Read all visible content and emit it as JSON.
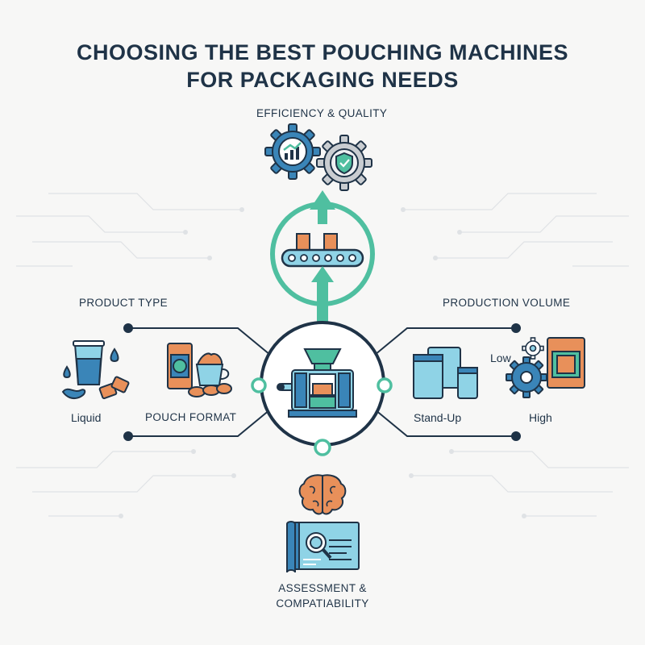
{
  "title": {
    "line1": "CHOOSING THE BEST POUCHING MACHINES",
    "line2": "FOR PACKAGING NEEDS"
  },
  "nodes": {
    "efficiency_quality": "EFFICIENCY & QUALITY",
    "product_type": "PRODUCT TYPE",
    "production_volume": "PRODUCTION VOLUME",
    "liquid": "Liquid",
    "pouch_format": "POUCH FORMAT",
    "stand_up": "Stand-Up",
    "high": "High",
    "low": "Low",
    "assessment_line1": "ASSESSMENT &",
    "assessment_line2": "COMPATIABILITY"
  },
  "colors": {
    "navy": "#1f3347",
    "teal": "#4fbfa0",
    "light_blue": "#8fd3e6",
    "orange": "#e8905a",
    "blue": "#3a85b8",
    "grey": "#c9cdd1"
  },
  "icons": [
    "analytics-gear-icon",
    "shield-gear-icon",
    "conveyor-icon",
    "pouching-machine-icon",
    "liquid-glass-icon",
    "snack-pouch-icon",
    "stand-up-pouch-icon",
    "gears-icon",
    "brain-icon",
    "blueprint-search-icon"
  ]
}
